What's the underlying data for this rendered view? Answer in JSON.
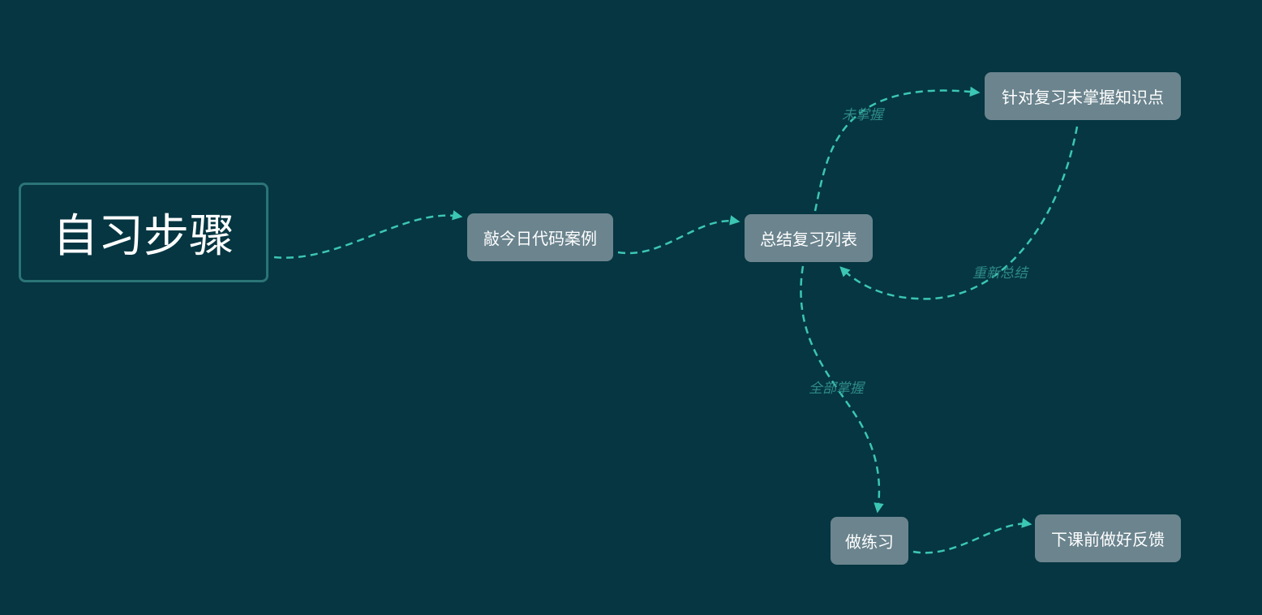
{
  "diagram": {
    "root": {
      "label": "自习步骤"
    },
    "nodes": {
      "step1": "敲今日代码案例",
      "step2": "总结复习列表",
      "review": "针对复习未掌握知识点",
      "practice": "做练习",
      "feedback": "下课前做好反馈"
    },
    "edge_labels": {
      "not_mastered": "未掌握",
      "resummarize": "重新总结",
      "all_mastered": "全部掌握"
    },
    "colors": {
      "background": "#053642",
      "node_fill": "#6b848e",
      "root_border": "#2b7476",
      "connector": "#3cc6b4",
      "edge_label": "#2f8a87",
      "text": "#ffffff"
    }
  }
}
